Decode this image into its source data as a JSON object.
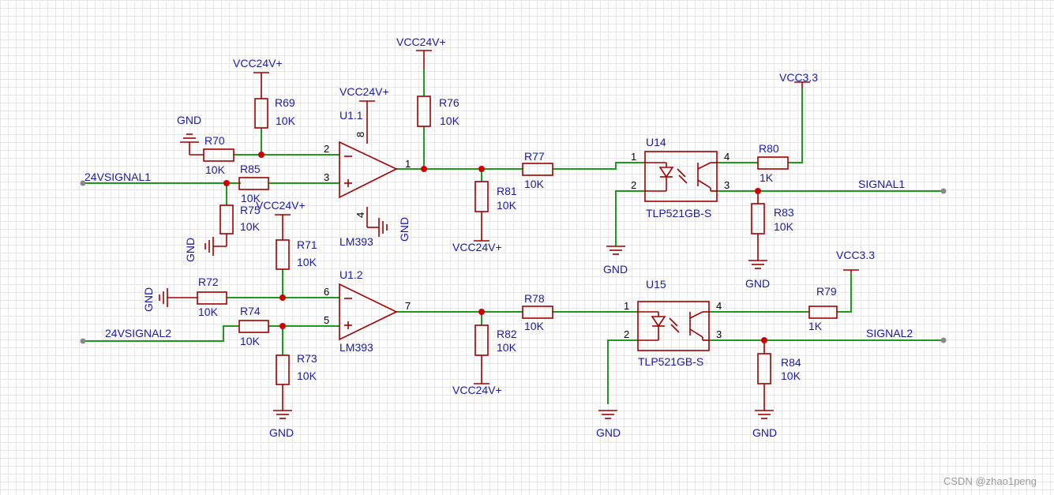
{
  "labels": {
    "vcc24_a": "VCC24V+",
    "vcc24_b": "VCC24V+",
    "vcc24_c": "VCC24V+",
    "vcc24_d": "VCC24V+",
    "vcc24_e": "VCC24V+",
    "vcc24_f": "VCC24V+",
    "vcc33_a": "VCC3.3",
    "vcc33_b": "VCC3.3",
    "gnd_a": "GND",
    "gnd_b": "GND",
    "gnd_c": "GND",
    "gnd_d": "GND",
    "gnd_e": "GND",
    "gnd_f": "GND",
    "gnd_g": "GND",
    "gnd_h": "GND",
    "gnd_i": "GND",
    "net_in1": "24VSIGNAL1",
    "net_in2": "24VSIGNAL2",
    "net_out1": "SIGNAL1",
    "net_out2": "SIGNAL2"
  },
  "resistors": {
    "r69": {
      "name": "R69",
      "value": "10K"
    },
    "r70": {
      "name": "R70",
      "value": "10K"
    },
    "r85": {
      "name": "R85",
      "value": "10K"
    },
    "r75": {
      "name": "R75",
      "value": "10K"
    },
    "r76": {
      "name": "R76",
      "value": "10K"
    },
    "r77": {
      "name": "R77",
      "value": "10K"
    },
    "r81": {
      "name": "R81",
      "value": "10K"
    },
    "r80": {
      "name": "R80",
      "value": "1K"
    },
    "r83": {
      "name": "R83",
      "value": "10K"
    },
    "r71": {
      "name": "R71",
      "value": "10K"
    },
    "r72": {
      "name": "R72",
      "value": "10K"
    },
    "r74": {
      "name": "R74",
      "value": "10K"
    },
    "r73": {
      "name": "R73",
      "value": "10K"
    },
    "r78": {
      "name": "R78",
      "value": "10K"
    },
    "r82": {
      "name": "R82",
      "value": "10K"
    },
    "r79": {
      "name": "R79",
      "value": "1K"
    },
    "r84": {
      "name": "R84",
      "value": "10K"
    }
  },
  "comparators": {
    "u11": {
      "ref": "U1.1",
      "part": "LM393",
      "pins": {
        "vcc": "8",
        "gnd": "4",
        "minus": "2",
        "plus": "3",
        "out": "1"
      }
    },
    "u12": {
      "ref": "U1.2",
      "part": "LM393",
      "pins": {
        "minus": "6",
        "plus": "5",
        "out": "7"
      }
    }
  },
  "optocouplers": {
    "u14": {
      "ref": "U14",
      "part": "TLP521GB-S",
      "pins": {
        "p1": "1",
        "p2": "2",
        "p3": "3",
        "p4": "4"
      }
    },
    "u15": {
      "ref": "U15",
      "part": "TLP521GB-S",
      "pins": {
        "p1": "1",
        "p2": "2",
        "p3": "3",
        "p4": "4"
      }
    }
  },
  "watermark": "CSDN @zhao1peng",
  "colors": {
    "wire": "#1f9a1f",
    "part": "#a00000",
    "junction": "#cc0000",
    "label": "#1a1aa6",
    "grid": "#e6e6e6"
  }
}
